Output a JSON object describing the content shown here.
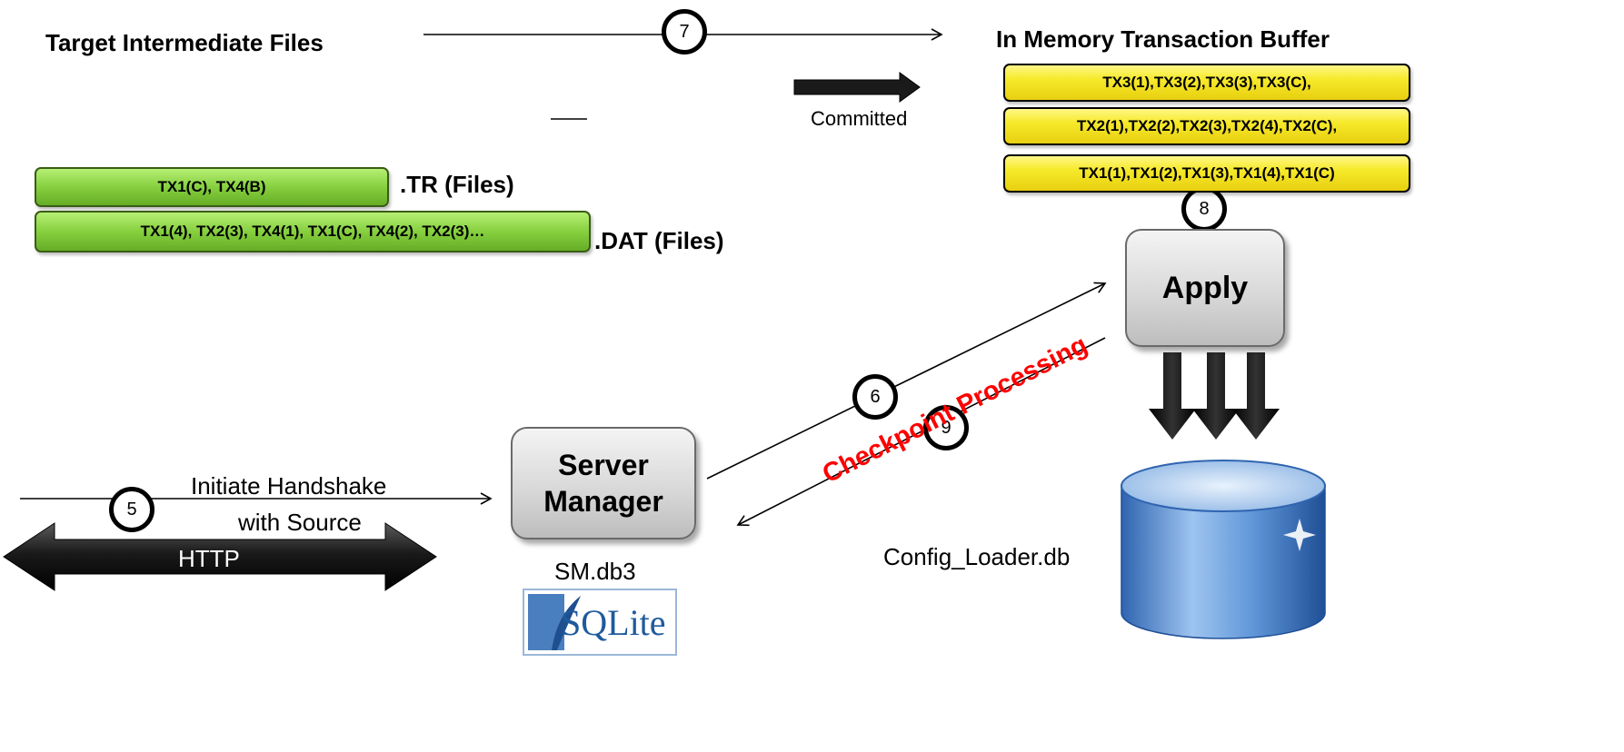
{
  "labels": {
    "target_files": "Target Intermediate Files",
    "buffer_title": "In Memory Transaction Buffer",
    "committed": "Committed",
    "tr_files": ".TR (Files)",
    "dat_files": ".DAT (Files)",
    "apply": "Apply",
    "server_manager_line1": "Server",
    "server_manager_line2": "Manager",
    "sm_db": "SM.db3",
    "config_db": "Config_Loader.db",
    "handshake_line1": "Initiate Handshake",
    "handshake_line2": "with Source",
    "http": "HTTP",
    "checkpoint": "Checkpoint Processing",
    "sqlite_logo": "SQLite"
  },
  "buffer_rows": [
    "TX3(1),TX3(2),TX3(3),TX3(C),",
    "TX2(1),TX2(2),TX2(3),TX2(4),TX2(C),",
    "TX1(1),TX1(2),TX1(3),TX1(4),TX1(C)"
  ],
  "file_rows": {
    "tr": "TX1(C), TX4(B)",
    "dat": "TX1(4), TX2(3), TX4(1), TX1(C), TX4(2), TX2(3)…"
  },
  "steps": {
    "s5": "5",
    "s6": "6",
    "s7": "7",
    "s8": "8",
    "s9": "9"
  },
  "colors": {
    "buffer_fill": "#f6ea2a",
    "file_fill": "#86d03f",
    "box_fill": "#d6d6d6",
    "checkpoint_text": "#ff0000",
    "db_fill": "#4a86cf",
    "http_arrow": "#1a1a1a"
  }
}
